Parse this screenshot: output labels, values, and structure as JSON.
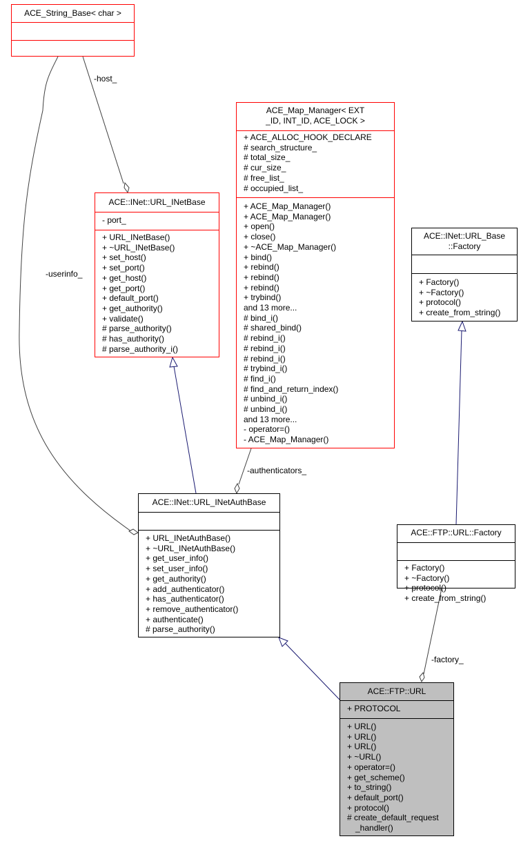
{
  "classes": {
    "string_base": {
      "name": [
        "ACE_String_Base< char >"
      ],
      "attributes": [],
      "operations": []
    },
    "map_manager": {
      "name": [
        "ACE_Map_Manager< EXT",
        "_ID, INT_ID, ACE_LOCK >"
      ],
      "attributes": [
        "+ ACE_ALLOC_HOOK_DECLARE",
        "# search_structure_",
        "# total_size_",
        "# cur_size_",
        "# free_list_",
        "# occupied_list_"
      ],
      "operations": [
        "+ ACE_Map_Manager()",
        "+ ACE_Map_Manager()",
        "+ open()",
        "+ close()",
        "+ ~ACE_Map_Manager()",
        "+ bind()",
        "+ rebind()",
        "+ rebind()",
        "+ rebind()",
        "+ trybind()",
        "and 13 more...",
        "# bind_i()",
        "# shared_bind()",
        "# rebind_i()",
        "# rebind_i()",
        "# rebind_i()",
        "# trybind_i()",
        "# find_i()",
        "# find_and_return_index()",
        "# unbind_i()",
        "# unbind_i()",
        "and 13 more...",
        "- operator=()",
        "- ACE_Map_Manager()"
      ]
    },
    "url_inetbase": {
      "name": [
        "ACE::INet::URL_INetBase"
      ],
      "attributes": [
        "- port_"
      ],
      "operations": [
        "+ URL_INetBase()",
        "+ ~URL_INetBase()",
        "+ set_host()",
        "+ set_port()",
        "+ get_host()",
        "+ get_port()",
        "+ default_port()",
        "+ get_authority()",
        "+ validate()",
        "# parse_authority()",
        "# has_authority()",
        "# parse_authority_i()"
      ]
    },
    "url_base_factory": {
      "name": [
        "ACE::INet::URL_Base",
        "::Factory"
      ],
      "attributes": [],
      "operations": [
        "+ Factory()",
        "+ ~Factory()",
        "+ protocol()",
        "+ create_from_string()"
      ]
    },
    "url_inetauthbase": {
      "name": [
        "ACE::INet::URL_INetAuthBase"
      ],
      "attributes": [],
      "operations": [
        "+ URL_INetAuthBase()",
        "+ ~URL_INetAuthBase()",
        "+ get_user_info()",
        "+ set_user_info()",
        "+ get_authority()",
        "+ add_authenticator()",
        "+ has_authenticator()",
        "+ remove_authenticator()",
        "+ authenticate()",
        "# parse_authority()"
      ]
    },
    "ftp_url_factory": {
      "name": [
        "ACE::FTP::URL::Factory"
      ],
      "attributes": [],
      "operations": [
        "+ Factory()",
        "+ ~Factory()",
        "+ protocol()",
        "+ create_from_string()"
      ]
    },
    "ftp_url": {
      "name": [
        "ACE::FTP::URL"
      ],
      "attributes": [
        "+ PROTOCOL"
      ],
      "operations": [
        "+ URL()",
        "+ URL()",
        "+ URL()",
        "+ ~URL()",
        "+ operator=()",
        "+ get_scheme()",
        "+ to_string()",
        "+ default_port()",
        "+ protocol()",
        "# create_default_request",
        "_handler()"
      ]
    }
  },
  "edge_labels": {
    "host": "-host_",
    "userinfo": "-userinfo_",
    "authenticators": "-authenticators_",
    "factory": "-factory_"
  },
  "colors": {
    "class_border": "#ff0000",
    "focus_fill": "#bfbfbf",
    "inheritance_edge": "#191970",
    "usage_edge": "#404040"
  }
}
